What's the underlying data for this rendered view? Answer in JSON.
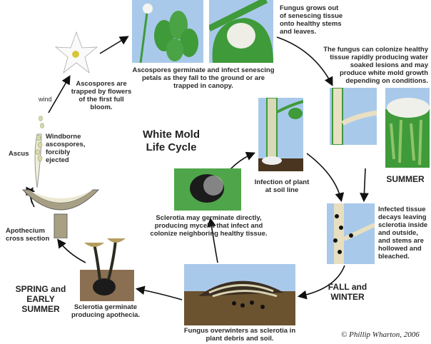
{
  "title": "White Mold\nLife Cycle",
  "title_lines": [
    "White Mold",
    "Life Cycle"
  ],
  "seasons": {
    "summer": "SUMMER",
    "fall_winter": [
      "FALL and",
      "WINTER"
    ],
    "spring": [
      "SPRING and",
      "EARLY",
      "SUMMER"
    ]
  },
  "captions": {
    "flowers": "Ascospores are trapped by flowers of the first full bloom.",
    "petals": "Ascospores germinate and infect senescing petals as they fall to the ground or are trapped in canopy.",
    "fungus_grows": "Fungus grows out of senescing tissue onto healthy stems and leaves.",
    "colonize": "The fungus can colonize healthy tissue rapidly producing water soaked lesions and may produce white mold growth depending on conditions.",
    "wind": "wind",
    "windborne": "Windborne ascospores, forcibly ejected",
    "ascus": "Ascus",
    "soil_line": "Infection of plant at soil line",
    "sclerotia_direct": "Sclerotia may germinate directly, producing mycelia that infect and colonize neighboring healthy tissue.",
    "apothecium": "Apothecium cross section",
    "apothecia": "Sclerotia germinate producing apothecia.",
    "decay": "Infected tissue decays leaving sclerotia inside and outside, and stems are hollowed and bleached.",
    "overwinter": "Fungus overwinters as sclerotia in plant debris and soil."
  },
  "copyright": "© Phillip Wharton, 2006",
  "colors": {
    "sky": "#a9c9ea",
    "leaf": "#3f9a3a",
    "soil": "#6b5330",
    "mold": "#f2f2ea",
    "sclerotia": "#1b1b1b"
  }
}
